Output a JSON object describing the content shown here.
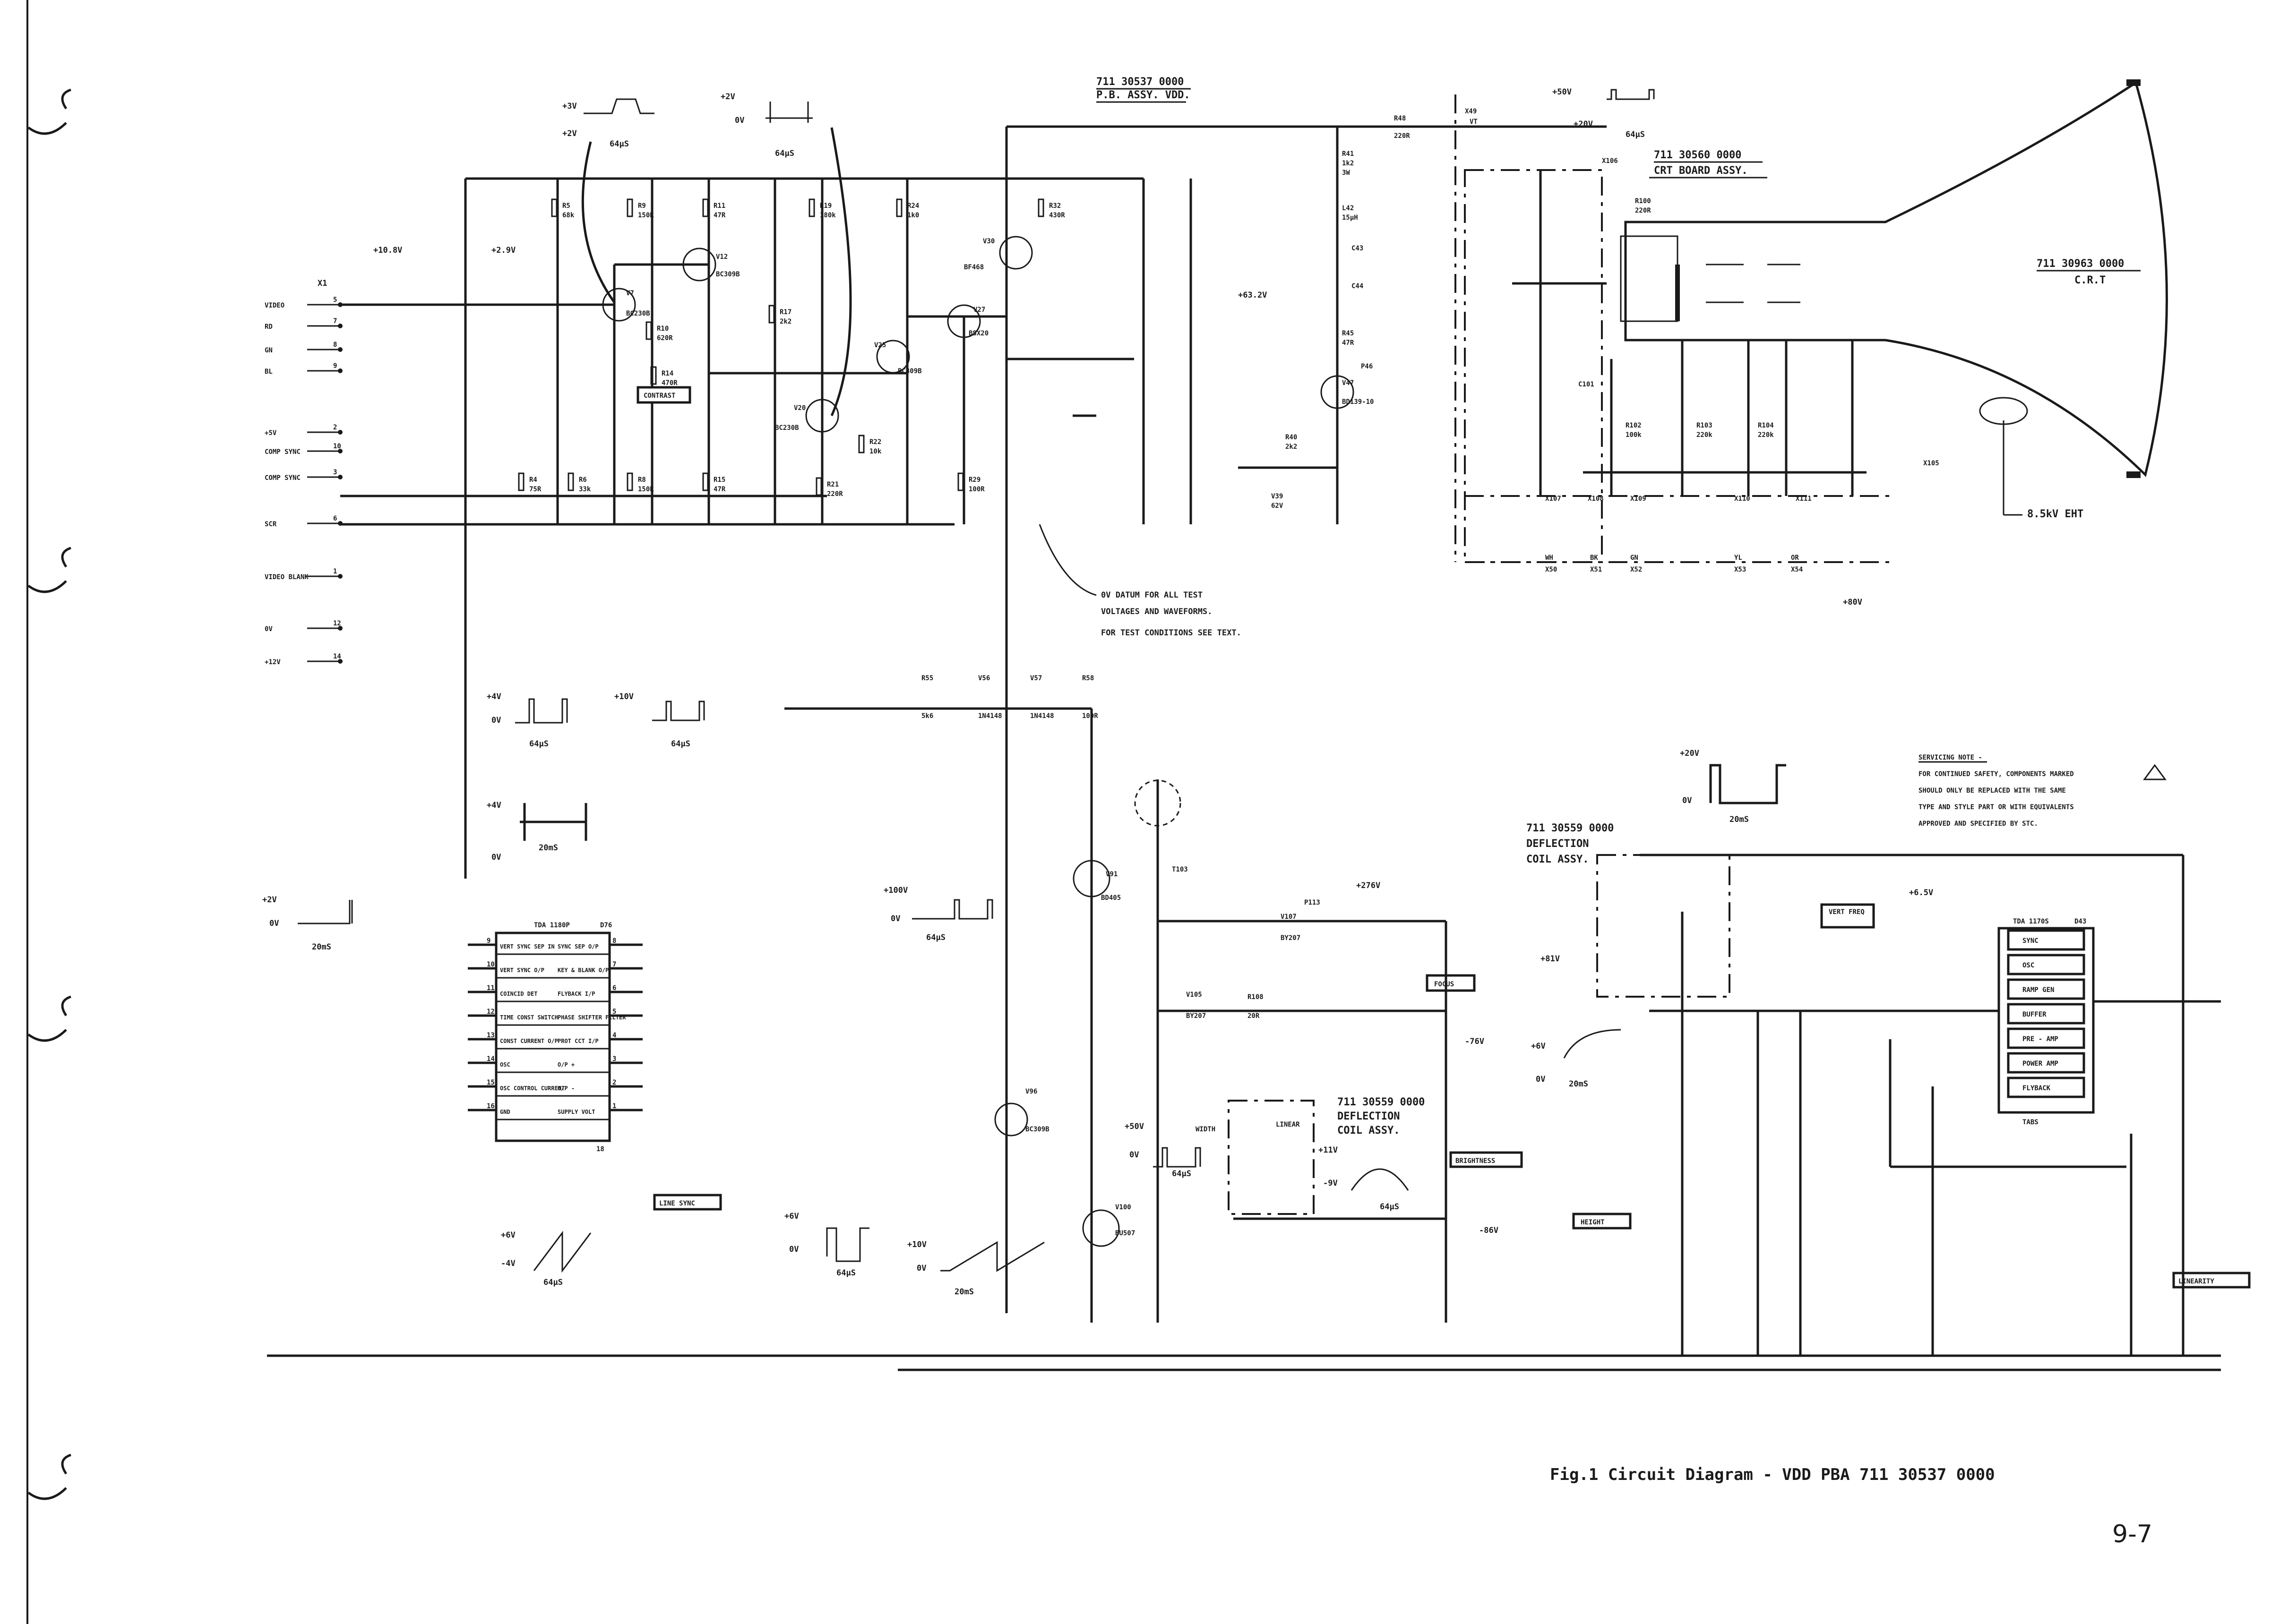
{
  "assemblies": {
    "pb": {
      "number": "711 30537 0000",
      "name": "P.B. ASSY. VDD."
    },
    "crt_board": {
      "number": "711 30560 0000",
      "name": "CRT BOARD ASSY."
    },
    "crt": {
      "number": "711 30963 0000",
      "name": "C.R.T"
    },
    "deflection_coil": {
      "number": "711 30559 0000",
      "name_line1": "DEFLECTION",
      "name_line2": "COIL ASSY."
    }
  },
  "inputs": [
    {
      "name": "VIDEO",
      "pin": "5"
    },
    {
      "name": "RD",
      "pin": "7"
    },
    {
      "name": "GN",
      "pin": "8"
    },
    {
      "name": "BL",
      "pin": "9"
    },
    {
      "name": "+5V",
      "pin": "2"
    },
    {
      "name": "COMP SYNC",
      "pin": "10"
    },
    {
      "name": "COMP SYNC",
      "pin": "3"
    },
    {
      "name": "SCR",
      "pin": "6"
    },
    {
      "name": "VIDEO BLANK",
      "pin": "1"
    },
    {
      "name": "0V",
      "pin": "12"
    },
    {
      "name": "+12V",
      "pin": "14"
    }
  ],
  "connector_x1": "X1",
  "voltages": {
    "v10_8": "+10.8V",
    "v2_9": "+2.9V",
    "v63_2": "+63.2V",
    "v50": "+50V",
    "v20": "+20V",
    "v3": "+3V",
    "v2": "+2V",
    "v0": "0V",
    "v276": "+276V",
    "v81": "+81V",
    "v76": "-76V",
    "v86": "-86V",
    "v80": "+80V",
    "v6_5": "+6.5V",
    "v100": "+100V",
    "v6": "+6V",
    "v4": "+4V",
    "v10": "+10V",
    "v11": "+11V",
    "v9": "-9V",
    "eht": "8.5kV EHT",
    "vm4": "-4V"
  },
  "timings": {
    "t64": "64µS",
    "t20": "20mS"
  },
  "ics": {
    "d76": {
      "part": "TDA 1180P",
      "ref": "D76",
      "rows": [
        {
          "pin_l": "9",
          "label": "VERT SYNC SEP IN",
          "right": "SYNC SEP O/P",
          "pin_r": "8"
        },
        {
          "pin_l": "10",
          "label": "VERT SYNC O/P",
          "right": "KEY & BLANK O/P",
          "pin_r": "7"
        },
        {
          "pin_l": "11",
          "label": "COINCID DET",
          "right": "FLYBACK I/P",
          "pin_r": "6"
        },
        {
          "pin_l": "12",
          "label": "TIME CONST SWITCH",
          "right": "PHASE SHIFTER FILTER",
          "pin_r": "5"
        },
        {
          "pin_l": "13",
          "label": "CONST CURRENT O/P",
          "right": "PROT CCT I/P",
          "pin_r": "4"
        },
        {
          "pin_l": "14",
          "label": "OSC",
          "right": "O/P +",
          "pin_r": "3"
        },
        {
          "pin_l": "15",
          "label": "OSC CONTROL CURRENT",
          "right": "O/P -",
          "pin_r": "2"
        },
        {
          "pin_l": "16",
          "label": "GND",
          "right": "SUPPLY VOLT",
          "pin_r": "1"
        }
      ]
    },
    "d43": {
      "part": "TDA 1170S",
      "ref": "D43",
      "rows": [
        "SYNC",
        "OSC",
        "RAMP GEN",
        "BUFFER",
        "PRE - AMP",
        "POWER AMP",
        "FLYBACK"
      ]
    }
  },
  "transistors": [
    {
      "ref": "V7",
      "type": "BC230B"
    },
    {
      "ref": "V12",
      "type": "BC309B"
    },
    {
      "ref": "V20",
      "type": "BC230B"
    },
    {
      "ref": "V25",
      "type": "BC309B"
    },
    {
      "ref": "V27",
      "type": "BSX20"
    },
    {
      "ref": "V30",
      "type": "BF468"
    },
    {
      "ref": "V47",
      "type": "BD139-10"
    },
    {
      "ref": "V96",
      "type": "BC309B"
    },
    {
      "ref": "V91",
      "type": "BD405"
    },
    {
      "ref": "V100",
      "type": "BU507"
    }
  ],
  "resistors": [
    {
      "ref": "R5",
      "val": "68k"
    },
    {
      "ref": "R6",
      "val": "33k"
    },
    {
      "ref": "R4",
      "val": "75R"
    },
    {
      "ref": "R9",
      "val": "150R"
    },
    {
      "ref": "R8",
      "val": "150R"
    },
    {
      "ref": "R11",
      "val": "47R"
    },
    {
      "ref": "R10",
      "val": "620R"
    },
    {
      "ref": "R14",
      "val": "470R"
    },
    {
      "ref": "R15",
      "val": "47R"
    },
    {
      "ref": "R17",
      "val": "2k2"
    },
    {
      "ref": "R19",
      "val": "180k"
    },
    {
      "ref": "R21",
      "val": "220R"
    },
    {
      "ref": "R22",
      "val": "10k"
    },
    {
      "ref": "R24",
      "val": "1k0"
    },
    {
      "ref": "R29",
      "val": "100R"
    },
    {
      "ref": "R32",
      "val": "430R"
    },
    {
      "ref": "R40",
      "val": "2k2"
    },
    {
      "ref": "R41",
      "val": "1k2 3W"
    },
    {
      "ref": "R45",
      "val": "47R"
    },
    {
      "ref": "R48",
      "val": "220R"
    },
    {
      "ref": "R100",
      "val": "220R"
    },
    {
      "ref": "R102",
      "val": "100k"
    },
    {
      "ref": "R103",
      "val": "220k"
    },
    {
      "ref": "R104",
      "val": "220k"
    }
  ],
  "captions": {
    "contrast": "CONTRAST",
    "focus": "FOCUS",
    "brightness": "BRIGHTNESS",
    "height": "HEIGHT",
    "linearity": "LINEARITY",
    "vert_freq": "VERT FREQ",
    "line_sync": "LINE SYNC",
    "width": "WIDTH",
    "linear": "LINEAR"
  },
  "test_note": [
    "0V DATUM FOR ALL TEST",
    "VOLTAGES AND WAVEFORMS.",
    "FOR TEST CONDITIONS SEE TEXT."
  ],
  "servicing_note": [
    "SERVICING NOTE -",
    "FOR CONTINUED SAFETY, COMPONENTS MARKED",
    "SHOULD ONLY BE REPLACED WITH THE SAME",
    "TYPE AND STYLE PART OR WITH EQUIVALENTS",
    "APPROVED AND SPECIFIED BY STC."
  ],
  "crt_pins": [
    "WH",
    "BK",
    "GN",
    "YL",
    "OR"
  ],
  "crt_x": [
    "X50",
    "X51",
    "X52",
    "X53",
    "X54"
  ],
  "caption": "Fig.1  Circuit Diagram - VDD PBA 711 30537 0000",
  "page_number": "9-7"
}
